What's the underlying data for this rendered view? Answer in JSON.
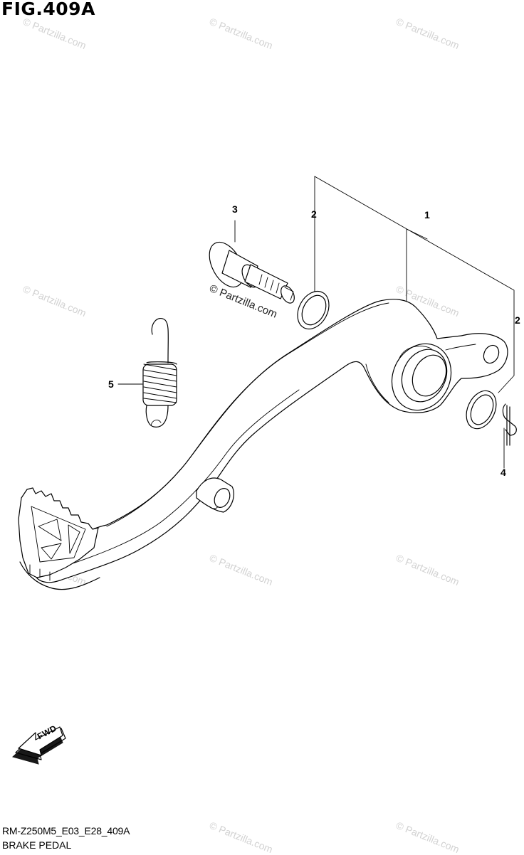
{
  "figure": {
    "title": "FIG.409A",
    "code": "RM-Z250M5_E03_E28_409A",
    "name": "BRAKE PEDAL"
  },
  "callouts": [
    {
      "label": "1",
      "part": "brake-pedal"
    },
    {
      "label": "2",
      "part": "o-ring-upper"
    },
    {
      "label": "2",
      "part": "o-ring-lower"
    },
    {
      "label": "3",
      "part": "pivot-shaft"
    },
    {
      "label": "4",
      "part": "cotter-pin"
    },
    {
      "label": "5",
      "part": "return-spring"
    }
  ],
  "watermark": {
    "text": "© Partzilla.com"
  },
  "fwd_label": "FWD"
}
